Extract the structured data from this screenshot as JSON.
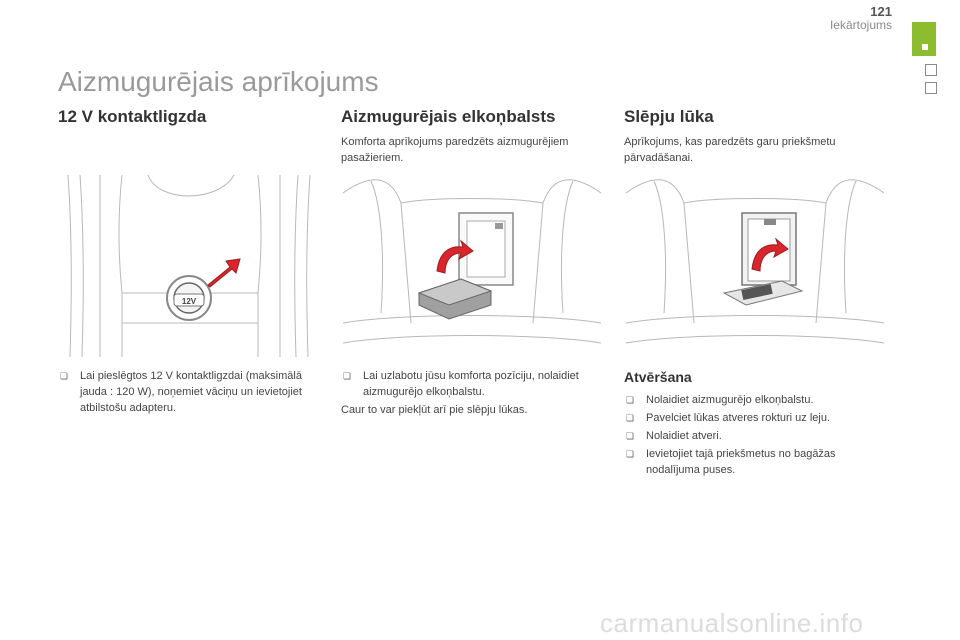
{
  "header": {
    "page_number": "121",
    "section": "Iekārtojums"
  },
  "page_title": "Aizmugurējais aprīkojums",
  "col1": {
    "title": "12 V kontaktligzda",
    "illustration_label": "12V",
    "bullets": [
      "Lai pieslēgtos 12 V kontaktligzdai (maksimālā jauda : 120 W), noņemiet vāciņu un ievietojiet atbilstošu adapteru."
    ]
  },
  "col2": {
    "title": "Aizmugurējais elkoņbalsts",
    "intro": "Komforta aprīkojums paredzēts aizmugurējiem pasažieriem.",
    "bullets": [
      "Lai uzlabotu jūsu komforta pozīciju, nolaidiet aizmugurējo elkoņbalstu."
    ],
    "note": "Caur to var piekļūt arī pie slēpju lūkas."
  },
  "col3": {
    "title": "Slēpju lūka",
    "intro": "Aprīkojums, kas paredzēts garu priekšmetu pārvadāšanai.",
    "subtitle": "Atvēršana",
    "bullets": [
      "Nolaidiet aizmugurējo elkoņbalstu.",
      "Pavelciet lūkas atveres rokturi uz leju.",
      "Nolaidiet atveri.",
      "Ievietojiet tajā priekšmetus no bagāžas nodalījuma puses."
    ]
  },
  "bullet_glyph": "❏",
  "watermark": "carmanualsonline.info",
  "colors": {
    "accent_green": "#8cbd2f",
    "arrow_red": "#d9262c",
    "title_gray": "#9a9a9a"
  }
}
